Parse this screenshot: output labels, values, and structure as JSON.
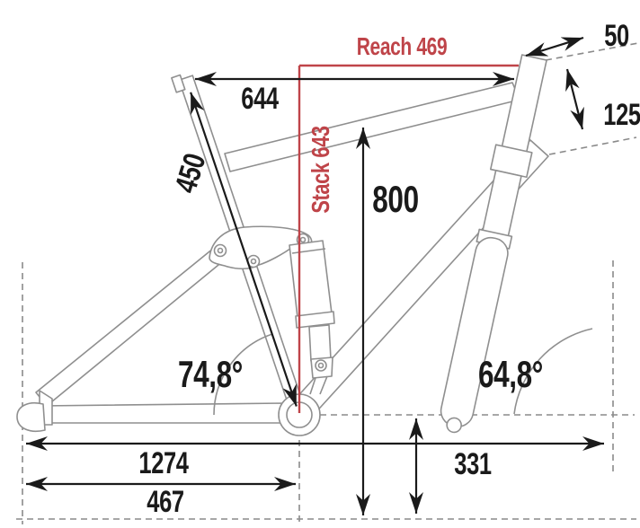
{
  "diagram": {
    "type": "bike-frame-geometry-diagram",
    "colors": {
      "accent_red": "#bf4449",
      "frame_line_gray": "#8f8f8f",
      "dimension_black": "#1a1a1a"
    },
    "labels": {
      "reach": "Reach 469",
      "stack": "Stack 643",
      "top_tube": "644",
      "seat_tube": "450",
      "stem": "50",
      "head_tube": "125",
      "standover": "800",
      "seat_angle": "74,8°",
      "head_angle": "64,8°",
      "wheelbase": "1274",
      "rear_center": "467",
      "bb_height": "331"
    }
  }
}
